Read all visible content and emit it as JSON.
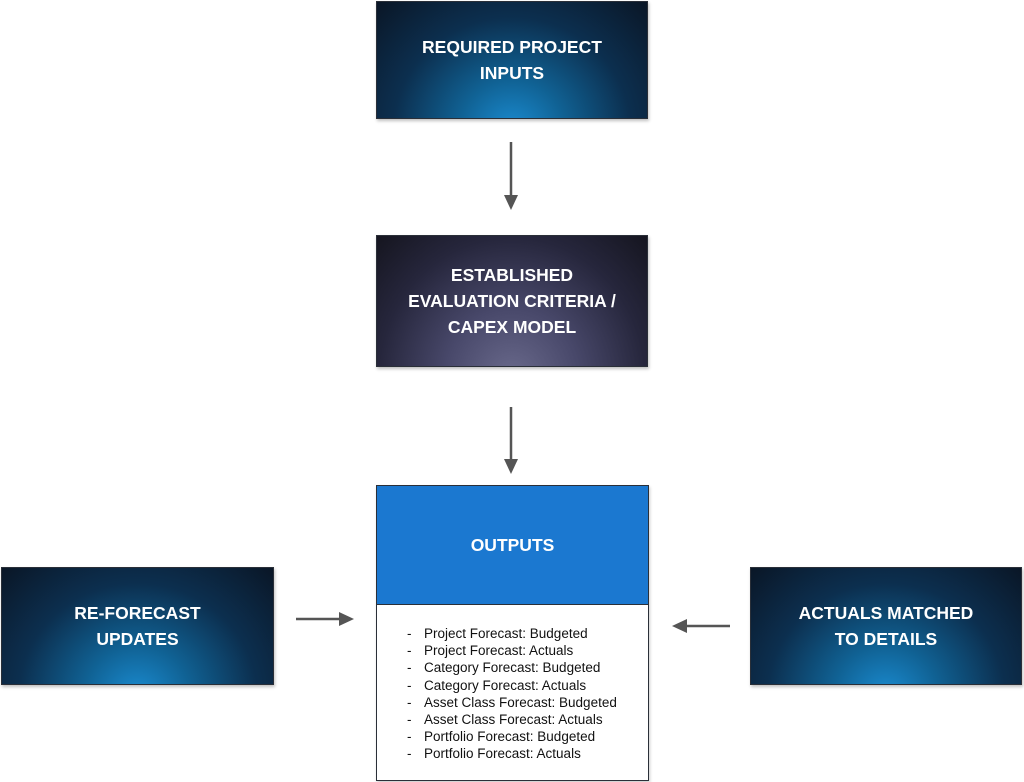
{
  "boxes": {
    "inputs": "REQUIRED PROJECT\nINPUTS",
    "criteria": "ESTABLISHED\nEVALUATION CRITERIA /\nCAPEX MODEL",
    "reforecast": "RE-FORECAST\nUPDATES",
    "actuals": "ACTUALS MATCHED\nTO DETAILS"
  },
  "outputs": {
    "title": "OUTPUTS",
    "items": [
      "Project Forecast: Budgeted",
      "Project Forecast: Actuals",
      "Category Forecast: Budgeted",
      "Category Forecast: Actuals",
      "Asset Class Forecast: Budgeted",
      "Asset Class Forecast: Actuals",
      "Portfolio Forecast: Budgeted",
      "Portfolio Forecast: Actuals"
    ]
  },
  "colors": {
    "box_blue_dark": "#0a1626",
    "box_blue_light": "#1a8bd0",
    "box_purple_dark": "#15151f",
    "box_purple_light": "#6a6a8c",
    "outputs_header": "#1b78d0",
    "arrow": "#555555"
  }
}
